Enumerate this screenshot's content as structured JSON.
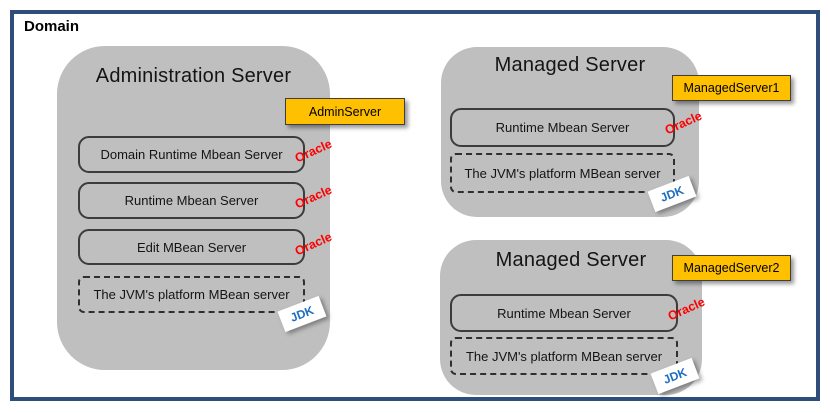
{
  "diagram": {
    "domain_label": "Domain",
    "servers": [
      {
        "title": "Administration Server",
        "tag": "AdminServer",
        "boxes": [
          {
            "label": "Domain Runtime Mbean Server",
            "border": "solid",
            "badge": "Oracle"
          },
          {
            "label": "Runtime Mbean Server",
            "border": "solid",
            "badge": "Oracle"
          },
          {
            "label": "Edit MBean Server",
            "border": "solid",
            "badge": "Oracle"
          },
          {
            "label": "The JVM's platform MBean server",
            "border": "dashed",
            "badge": "JDK"
          }
        ]
      },
      {
        "title": "Managed Server",
        "tag": "ManagedServer1",
        "boxes": [
          {
            "label": "Runtime Mbean Server",
            "border": "solid",
            "badge": "Oracle"
          },
          {
            "label": "The JVM's platform MBean server",
            "border": "dashed",
            "badge": "JDK"
          }
        ]
      },
      {
        "title": "Managed Server",
        "tag": "ManagedServer2",
        "boxes": [
          {
            "label": "Runtime Mbean Server",
            "border": "solid",
            "badge": "Oracle"
          },
          {
            "label": "The JVM's platform MBean server",
            "border": "dashed",
            "badge": "JDK"
          }
        ]
      }
    ],
    "colors": {
      "frame_border": "#2e4d7b",
      "server_fill": "#bfbfbf",
      "tag_fill": "#ffc000",
      "oracle_badge_text": "#ff0000",
      "jdk_badge_text": "#1f6fc0",
      "jdk_sticker_fill": "#ffffff"
    }
  }
}
